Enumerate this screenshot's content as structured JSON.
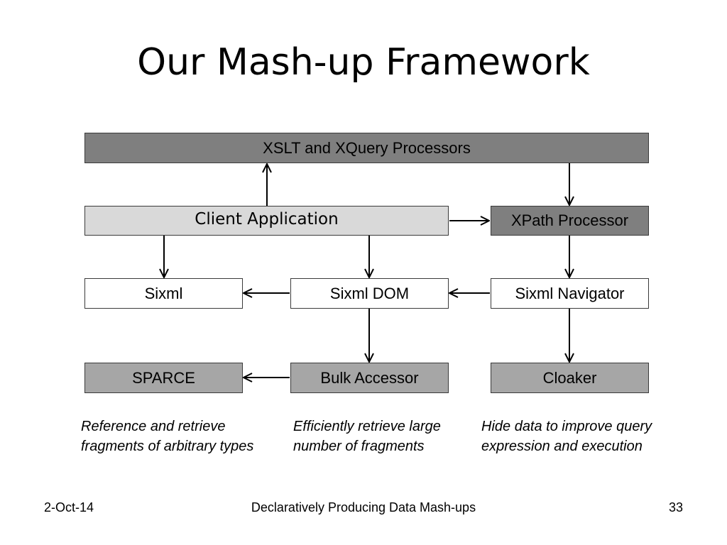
{
  "slide": {
    "title": "Our Mash-up Framework"
  },
  "diagram": {
    "boxes": {
      "xslt_xquery": "XSLT and XQuery Processors",
      "client_application": "Client Application",
      "xpath_processor": "XPath Processor",
      "sixml": "Sixml",
      "sixml_dom": "Sixml DOM",
      "sixml_navigator": "Sixml Navigator",
      "sparce": "SPARCE",
      "bulk_accessor": "Bulk Accessor",
      "cloaker": "Cloaker"
    },
    "colors": {
      "dark_box": "#7f7f7f",
      "mid_box": "#a6a6a6",
      "light_box": "#d9d9d9",
      "white_box": "#ffffff",
      "border": "#3a3a3a",
      "arrow": "#000000"
    },
    "captions": {
      "sparce_line1": "Reference and retrieve",
      "sparce_line2": "fragments of arbitrary types",
      "bulk_line1": "Efficiently retrieve large",
      "bulk_line2": "number of fragments",
      "cloaker_line1": "Hide data to improve query",
      "cloaker_line2": "expression and execution"
    }
  },
  "footer": {
    "date": "2-Oct-14",
    "title": "Declaratively Producing Data Mash-ups",
    "page_number": "33"
  }
}
